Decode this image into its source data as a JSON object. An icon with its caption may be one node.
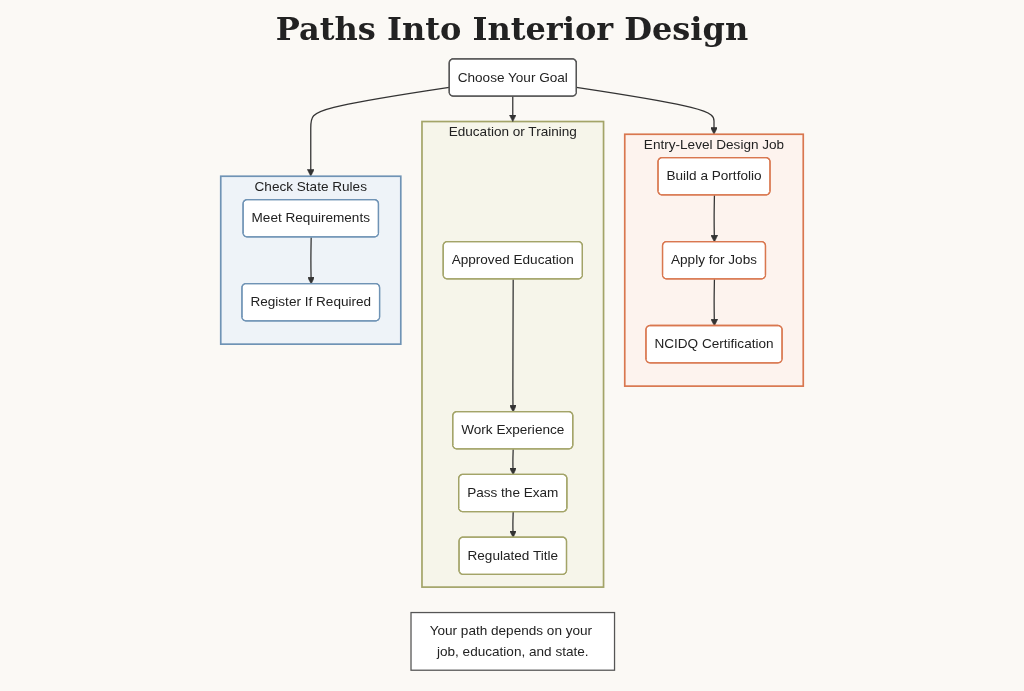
{
  "diagram": {
    "title": "Paths Into Interior Design",
    "nodes": [
      {
        "text": [
          "Choose Your Goal"
        ]
      },
      {
        "text": [
          "Entry-Level Design Job"
        ]
      },
      {
        "text": [
          "Build a Portfolio"
        ],
        "in": 1
      },
      {
        "text": [
          "Apply for Jobs"
        ],
        "in": 1
      },
      {
        "text": [
          "NCIDQ Certification"
        ],
        "in": 1
      },
      {
        "text": [
          "Education or Training"
        ]
      },
      {
        "text": [
          "Approved Education"
        ],
        "in": 5
      },
      {
        "text": [
          "Work Experience"
        ],
        "in": 5
      },
      {
        "text": [
          "Pass the Exam"
        ],
        "in": 5
      },
      {
        "text": [
          "Regulated Title"
        ],
        "in": 5
      },
      {
        "text": [
          "Check State Rules"
        ]
      },
      {
        "text": [
          "Meet Requirements"
        ],
        "in": 10
      },
      {
        "text": [
          "Register If Required"
        ],
        "in": 10
      },
      {
        "text": [
          "Your path depends on your job, education, and state."
        ]
      }
    ],
    "edges": [
      {
        "from": 0,
        "to": 1,
        "arrow": "to"
      },
      {
        "from": 0,
        "to": 5,
        "arrow": "to"
      },
      {
        "from": 0,
        "to": 10,
        "arrow": "to"
      },
      {
        "from": 2,
        "to": 3,
        "arrow": "to"
      },
      {
        "from": 3,
        "to": 4,
        "arrow": "to"
      },
      {
        "from": 6,
        "to": 7,
        "arrow": "to"
      },
      {
        "from": 7,
        "to": 8,
        "arrow": "to"
      },
      {
        "from": 8,
        "to": 9,
        "arrow": "to"
      },
      {
        "from": 11,
        "to": 12,
        "arrow": "to"
      }
    ]
  }
}
